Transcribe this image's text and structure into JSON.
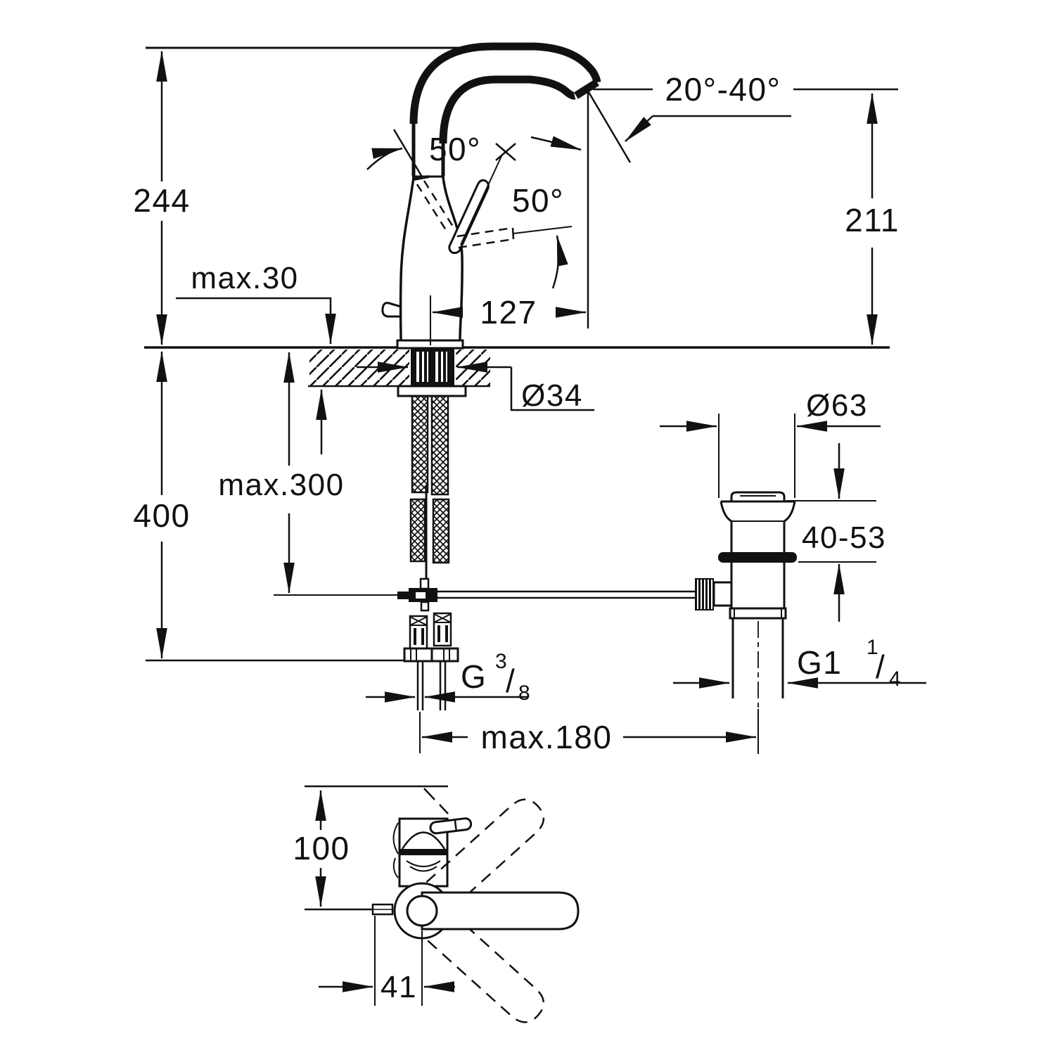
{
  "side_view": {
    "overall_height": "244",
    "spout_height": "211",
    "spout_angle_range": "20°-40°",
    "swivel_angle": "50°",
    "handle_angle": "50°",
    "max_mount_thickness": "max.30",
    "spout_reach": "127",
    "hole_diameter": "Ø34",
    "hose_depth_max": "max.300",
    "below_deck_depth": "400",
    "rod_reach_max": "max.180",
    "supply_thread": {
      "base": "G",
      "numerator": "3",
      "slash": "/",
      "denominator": "8"
    }
  },
  "drain_view": {
    "flange_diameter": "Ø63",
    "clamp_range": "40-53",
    "drain_thread": {
      "base": "G1",
      "numerator": "1",
      "slash": "/",
      "denominator": "4"
    }
  },
  "top_view": {
    "body_height": "100",
    "handle_offset": "41"
  }
}
